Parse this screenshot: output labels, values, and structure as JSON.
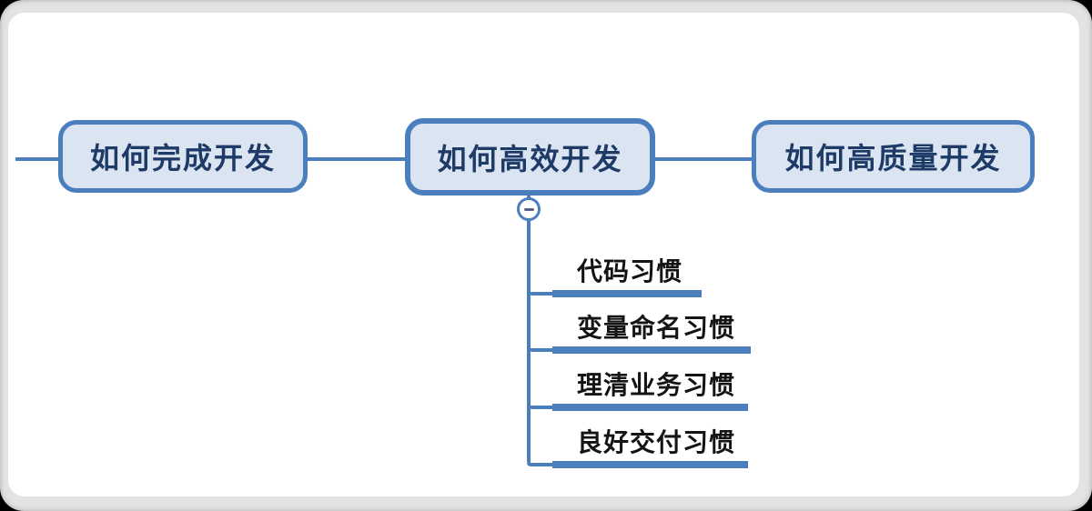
{
  "mindmap": {
    "nodes": [
      {
        "label": "如何完成开发"
      },
      {
        "label": "如何高效开发"
      },
      {
        "label": "如何高质量开发"
      }
    ],
    "collapse_button": {
      "state": "expanded",
      "symbol": "minus"
    },
    "children": [
      {
        "label": "代码习惯"
      },
      {
        "label": "变量命名习惯"
      },
      {
        "label": "理清业务习惯"
      },
      {
        "label": "良好交付习惯"
      }
    ],
    "colors": {
      "line": "#4a7ebc",
      "node_fill": "#dbe4f1",
      "node_border": "#4a7ebc",
      "node_text": "#1e3a66",
      "child_text": "#141414",
      "underline": "#4a7ebc",
      "minus_icon": "#5a5f8a",
      "canvas": "#ffffff",
      "frame": "#e3e3e3",
      "page_background": "#000000"
    }
  }
}
